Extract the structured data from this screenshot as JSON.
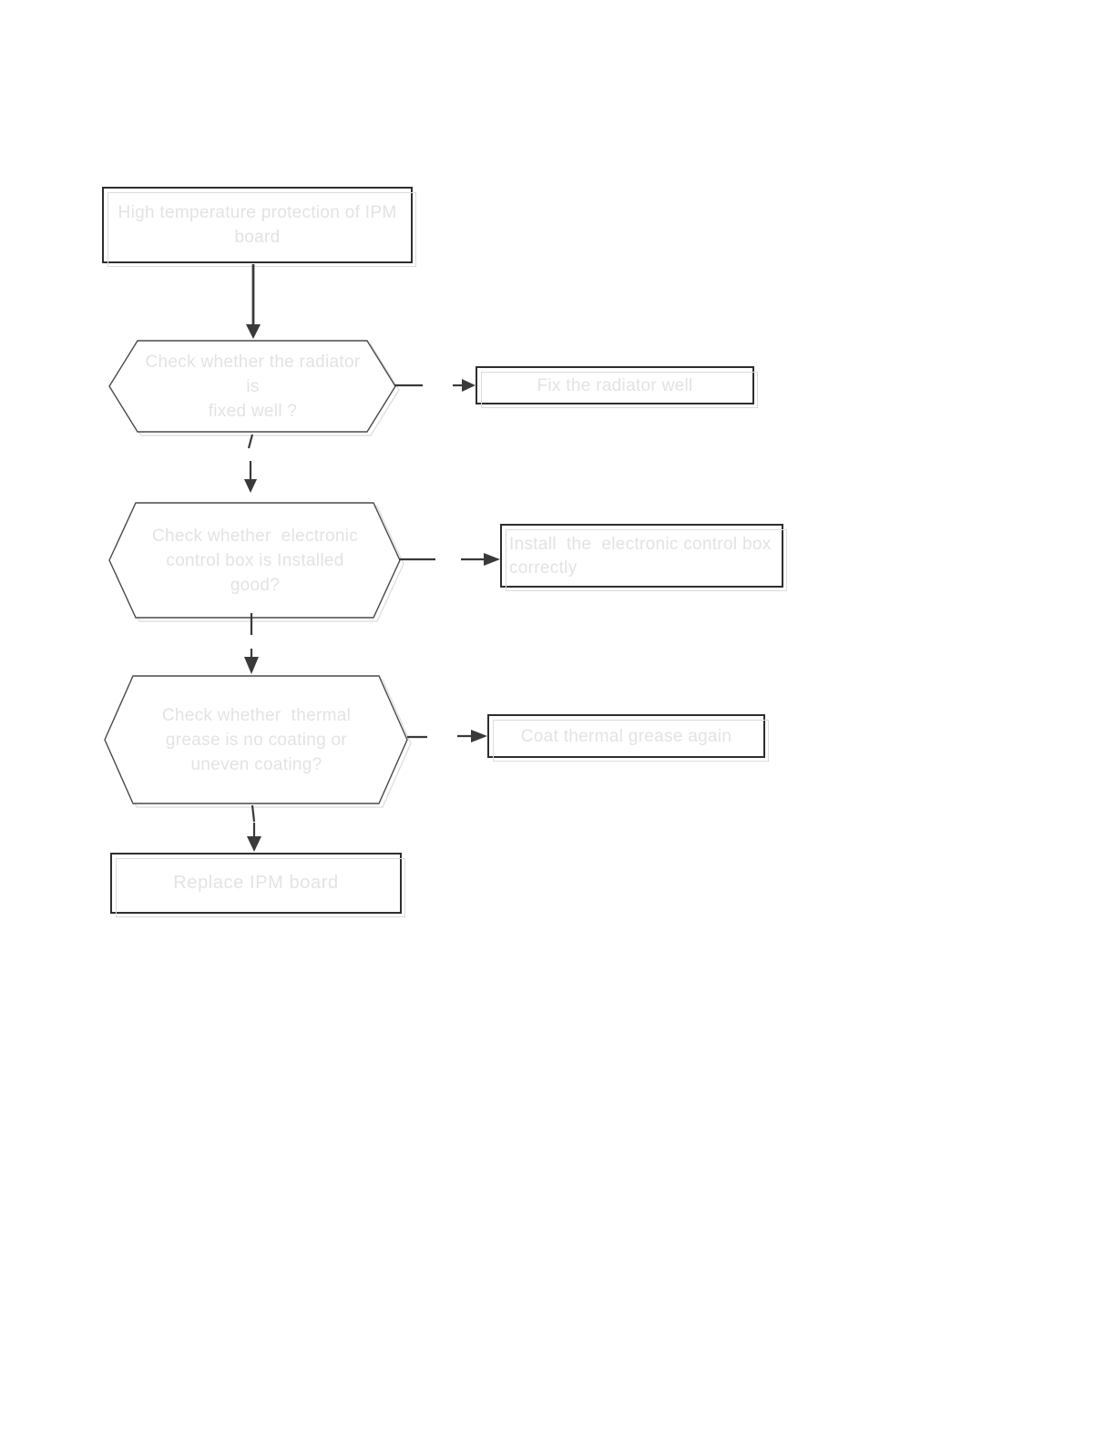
{
  "diagram": {
    "type": "flowchart",
    "nodes": {
      "start": {
        "shape": "rectangle",
        "label": "High temperature protection of IPM\nboard"
      },
      "decision1": {
        "shape": "hexagon",
        "label": "Check whether the radiator  is\nfixed well ?"
      },
      "action1": {
        "shape": "rectangle",
        "label": "Fix the radiator well"
      },
      "decision2": {
        "shape": "hexagon",
        "label": "Check whether  electronic\ncontrol box is Installed\ngood?"
      },
      "action2": {
        "shape": "rectangle",
        "label": "Install  the  electronic control box\ncorrectly"
      },
      "decision3": {
        "shape": "hexagon",
        "label": "Check whether  thermal\ngrease is no coating or\nuneven coating?"
      },
      "action3": {
        "shape": "rectangle",
        "label": "Coat thermal grease again"
      },
      "end": {
        "shape": "rectangle",
        "label": "Replace IPM board"
      }
    },
    "edges": [
      {
        "from": "start",
        "to": "decision1",
        "direction": "down"
      },
      {
        "from": "decision1",
        "to": "action1",
        "direction": "right"
      },
      {
        "from": "decision1",
        "to": "decision2",
        "direction": "down"
      },
      {
        "from": "decision2",
        "to": "action2",
        "direction": "right"
      },
      {
        "from": "decision2",
        "to": "decision3",
        "direction": "down"
      },
      {
        "from": "decision3",
        "to": "action3",
        "direction": "right"
      },
      {
        "from": "decision3",
        "to": "end",
        "direction": "down"
      }
    ],
    "colors": {
      "background": "#ffffff",
      "node_text": "#e3e3e3",
      "rect_border": "#2e2e2e",
      "hexagon_border": "#4a4a4a",
      "shadow_outline": "#dcdcdc",
      "arrow": "#3a3a3a"
    }
  }
}
